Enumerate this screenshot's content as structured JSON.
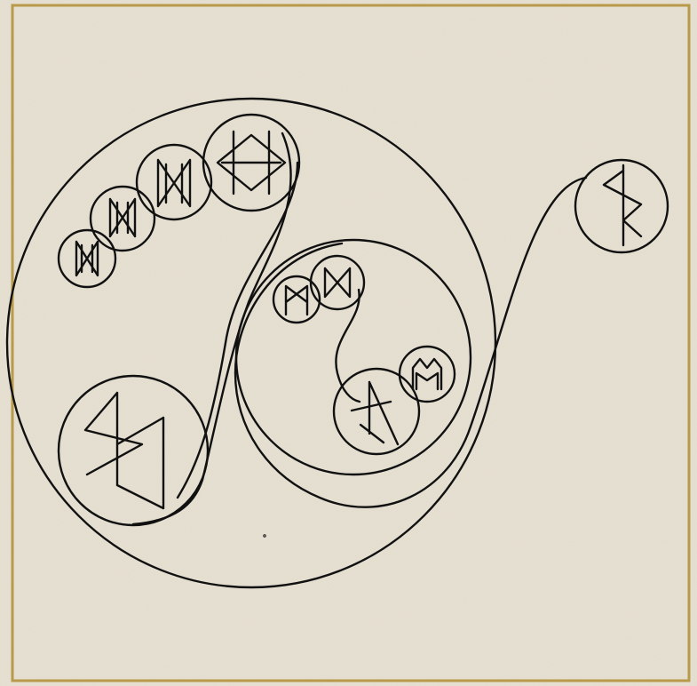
{
  "colors": {
    "background": "#e6e0d2",
    "frame": "#b99a4a",
    "ink": "#111111"
  },
  "diagram": {
    "style": "hand-drawn rune circles connected by spiral curves",
    "glyphs": [
      {
        "name": "glyph-tail-bindrune",
        "icon": "rune-bindrune-sowilo-tiwaz"
      },
      {
        "name": "glyph-small-1",
        "icon": "rune-bindrune-mannaz-dagaz"
      },
      {
        "name": "glyph-small-2",
        "icon": "rune-bindrune-mannaz-dagaz"
      },
      {
        "name": "glyph-medium",
        "icon": "rune-bindrune-mannaz-dagaz"
      },
      {
        "name": "glyph-large-top",
        "icon": "rune-bindrune-ingwaz-hagalaz"
      },
      {
        "name": "glyph-large-bottom",
        "icon": "rune-bindrune-sowilo-berkano"
      },
      {
        "name": "glyph-inner-m",
        "icon": "rune-mannaz"
      },
      {
        "name": "glyph-inner-d",
        "icon": "rune-dagaz"
      },
      {
        "name": "glyph-inner-x",
        "icon": "rune-bindrune-naudiz"
      },
      {
        "name": "glyph-inner-mm",
        "icon": "rune-bindrune-mannaz-ehwaz"
      }
    ]
  }
}
